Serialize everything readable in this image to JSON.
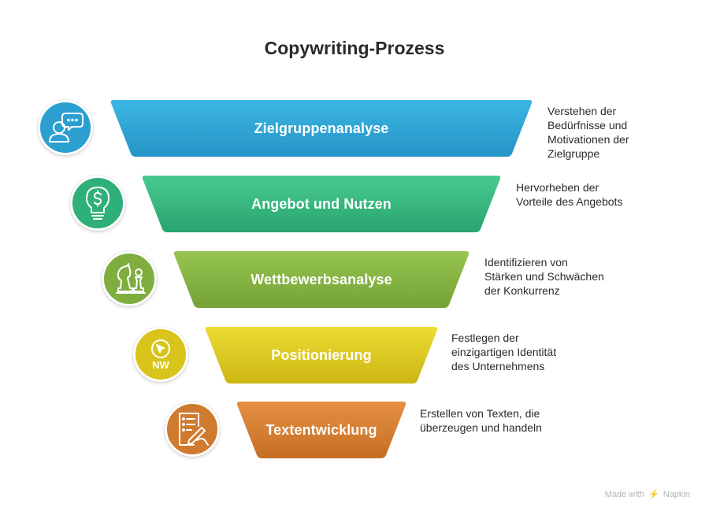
{
  "title": "Copywriting-Prozess",
  "stages": [
    {
      "label": "Zielgruppenanalyse",
      "color": "#2a9fd0",
      "color_light": "#39b3e0",
      "icon": "customer-chat-icon",
      "description": [
        "Verstehen der",
        "Bedürfnisse und",
        "Motivationen der",
        "Zielgruppe"
      ]
    },
    {
      "label": "Angebot und Nutzen",
      "color": "#2faf7a",
      "color_light": "#45c48c",
      "icon": "dollar-lightbulb-icon",
      "description": [
        "Hervorheben der",
        "Vorteile des Angebots"
      ]
    },
    {
      "label": "Wettbewerbsanalyse",
      "color": "#7fae3e",
      "color_light": "#93c24d",
      "icon": "chess-pieces-icon",
      "description": [
        "Identifizieren von",
        "Stärken und Schwächen",
        "der Konkurrenz"
      ]
    },
    {
      "label": "Positionierung",
      "color": "#d8c41a",
      "color_light": "#e8d52a",
      "icon": "compass-nw-icon",
      "description": [
        "Festlegen der",
        "einzigartigen Identität",
        "des Unternehmens"
      ]
    },
    {
      "label": "Textentwicklung",
      "color": "#cf7a2e",
      "color_light": "#e08c3e",
      "icon": "document-pen-icon",
      "description": [
        "Erstellen von Texten, die",
        "überzeugen und handeln"
      ]
    }
  ],
  "icon_text": {
    "compass_letters": "NW"
  },
  "footer": {
    "made_with": "Made with",
    "brand": "Napkin"
  }
}
